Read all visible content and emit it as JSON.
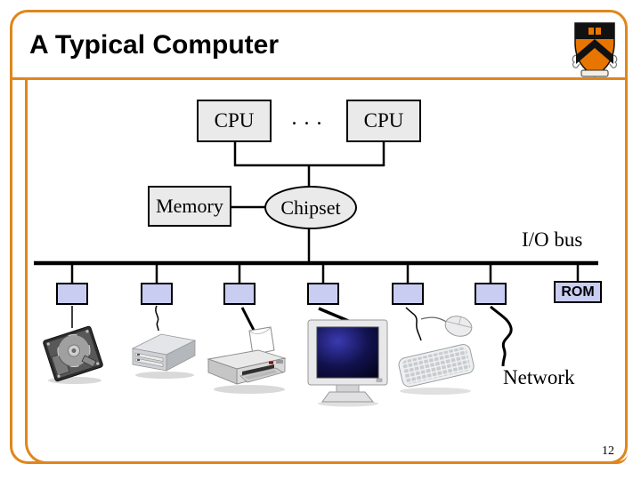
{
  "slide": {
    "title": "A Typical Computer",
    "page_number": "12"
  },
  "diagram": {
    "cpu_left": "CPU",
    "cpu_right": "CPU",
    "ellipsis": ". . .",
    "memory": "Memory",
    "chipset": "Chipset",
    "io_bus": "I/O bus",
    "rom": "ROM",
    "network": "Network",
    "controller_count": 6,
    "devices": [
      "hard-disk",
      "cd-rom-drive",
      "printer",
      "monitor",
      "keyboard",
      "mouse"
    ]
  },
  "colors": {
    "accent_orange": "#E0861C",
    "box_fill": "#EAEAEA",
    "controller_fill": "#C9CDF1",
    "logo_orange": "#E77500",
    "monitor_screen_blue": "#0A0A3C"
  },
  "logo": "princeton-shield"
}
